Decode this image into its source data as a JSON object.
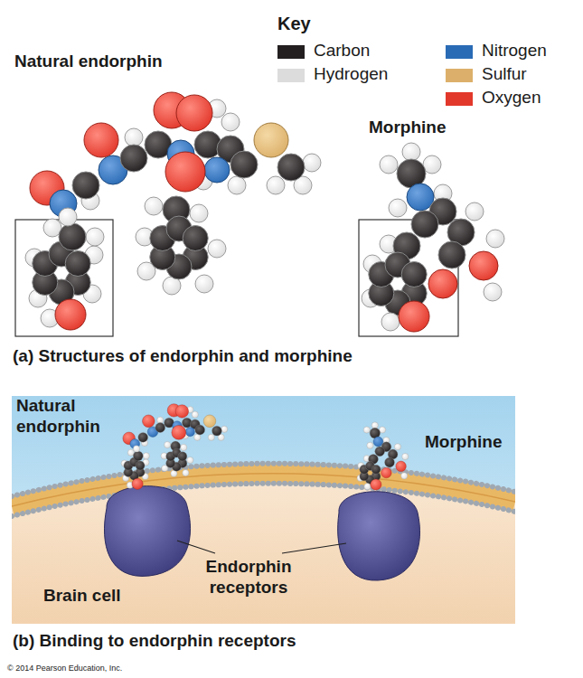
{
  "diagram": {
    "labels": [
      "Key",
      "Natural endorphin",
      "Morphine",
      "(a) Structures of endorphin and morphine",
      "Natural endorphin",
      "Morphine",
      "Endorphin receptors",
      "Brain cell",
      "(b) Binding to endorphin receptors",
      "© 2014 Pearson Education, Inc."
    ],
    "legend": [
      {
        "text": "Carbon",
        "color": "#231f20"
      },
      {
        "text": "Hydrogen",
        "color": "#dcdcdc"
      },
      {
        "text": "Nitrogen",
        "color": "#2a6bb5"
      },
      {
        "text": "Sulfur",
        "color": "#dcb06a"
      },
      {
        "text": "Oxygen",
        "color": "#e2382b"
      }
    ]
  }
}
